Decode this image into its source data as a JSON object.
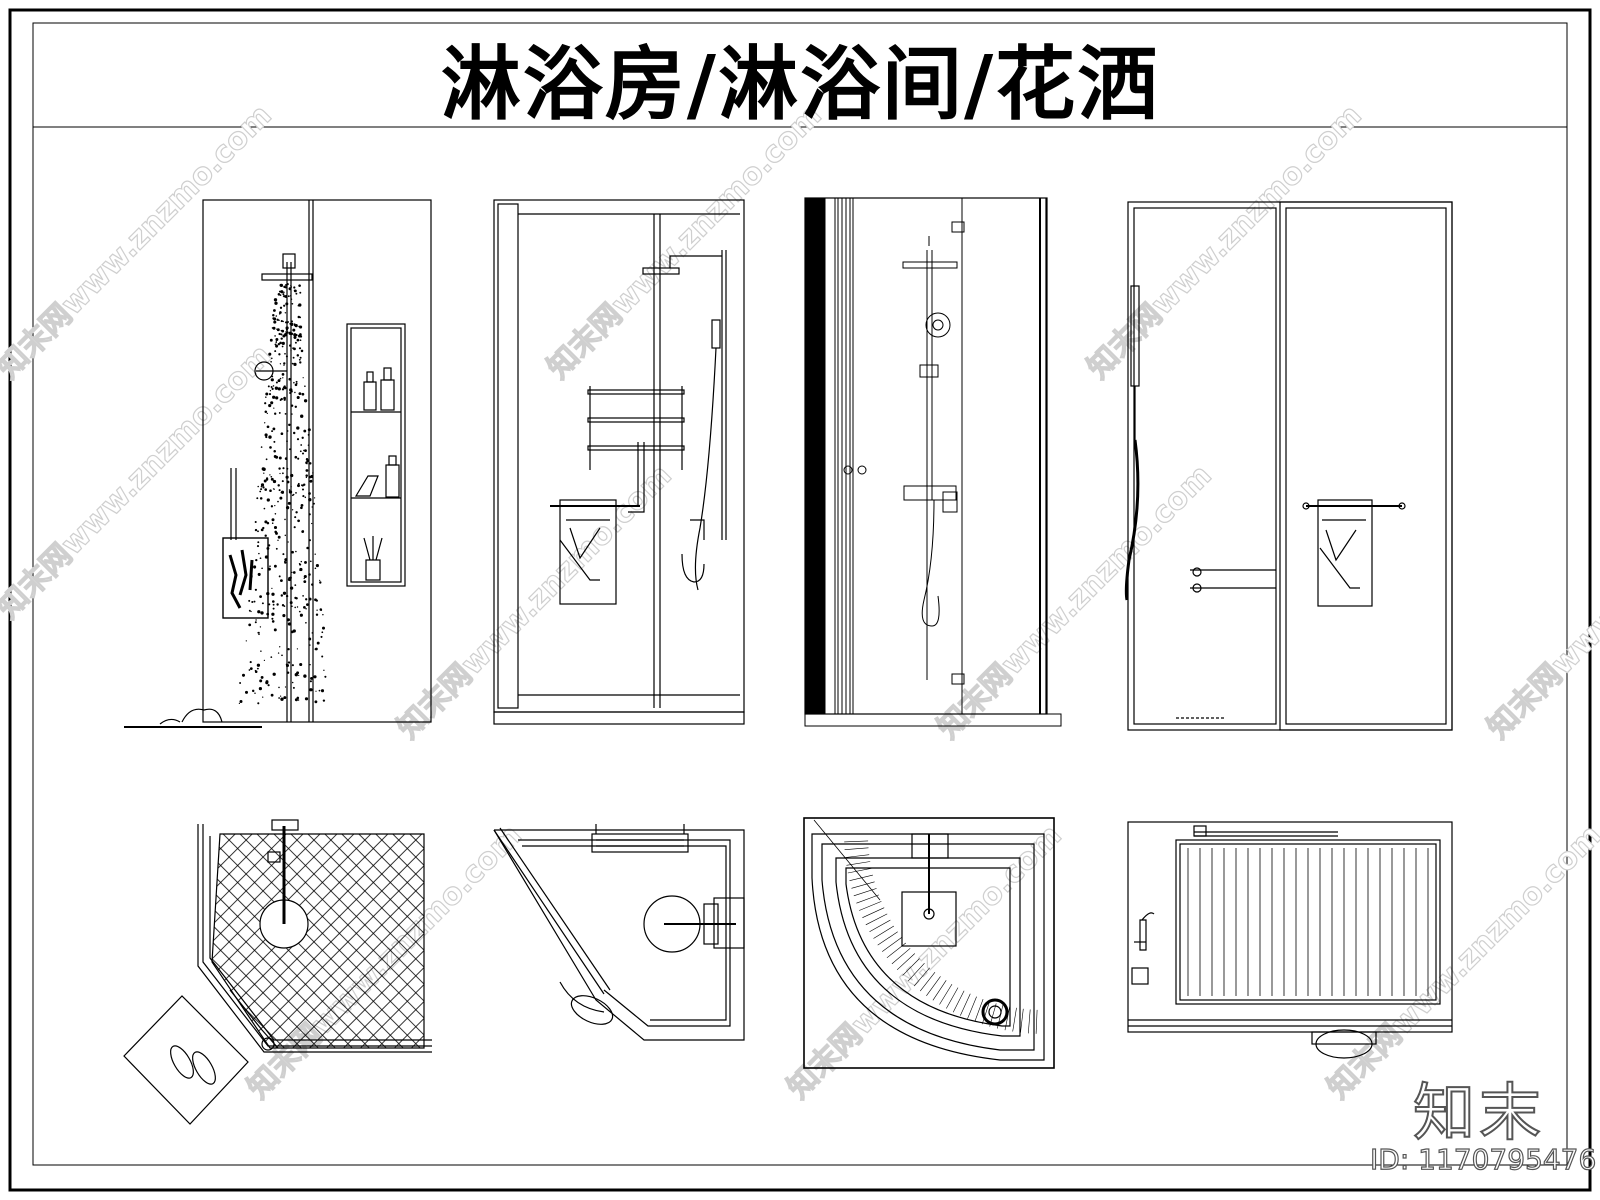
{
  "title": "淋浴房/淋浴间/花洒",
  "watermark_text": "知末网www.znzmo.com",
  "brand_logo": "知末",
  "id_label": "ID: 1170795476",
  "elevations": [
    {
      "name": "shower-elevation-rain"
    },
    {
      "name": "shower-elevation-sliding"
    },
    {
      "name": "shower-elevation-glass-door"
    },
    {
      "name": "shower-elevation-double-panel"
    }
  ],
  "plans": [
    {
      "name": "shower-plan-diamond-tiled"
    },
    {
      "name": "shower-plan-pentagon"
    },
    {
      "name": "shower-plan-quadrant"
    },
    {
      "name": "shower-plan-rectangular"
    }
  ]
}
